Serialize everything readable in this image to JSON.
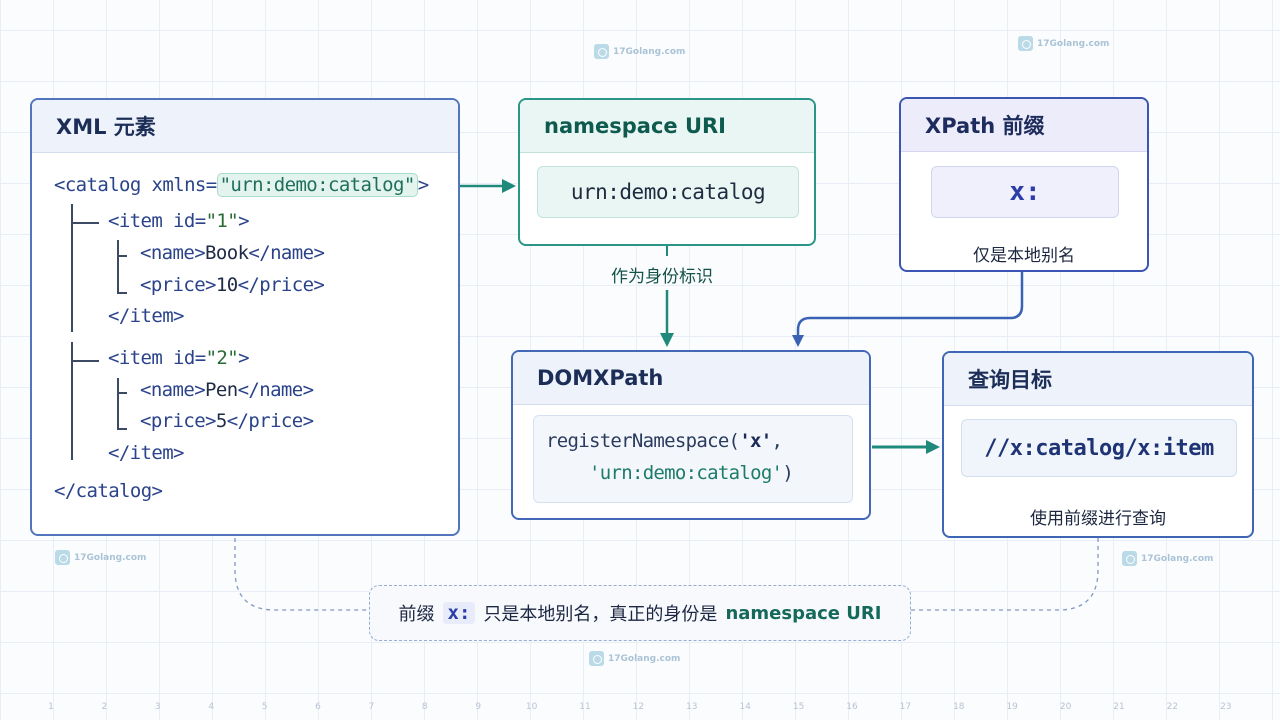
{
  "watermark": {
    "text": "17Golang.com",
    "sub": ""
  },
  "ruler": {
    "bottom": [
      "1",
      "2",
      "3",
      "4",
      "5",
      "6",
      "7",
      "8",
      "9",
      "10",
      "11",
      "12",
      "13",
      "14",
      "15",
      "16",
      "17",
      "18",
      "19",
      "20",
      "21",
      "22",
      "23"
    ]
  },
  "xml_box": {
    "title": "XML 元素",
    "lines": {
      "catalog_open_tag": "<catalog xmlns=",
      "catalog_uri": "\"urn:demo:catalog\"",
      "catalog_close_bracket": ">",
      "item1_open": "<item id=",
      "item1_id": "\"1\"",
      "item1_close_bracket": ">",
      "item1_name_open": "<name>",
      "item1_name_val": "Book",
      "item1_name_close": "</name>",
      "item1_price_open": "<price>",
      "item1_price_val": "10",
      "item1_price_close": "</price>",
      "item_close": "</item>",
      "item2_open": "<item id=",
      "item2_id": "\"2\"",
      "item2_close_bracket": ">",
      "item2_name_open": "<name>",
      "item2_name_val": "Pen",
      "item2_name_close": "</name>",
      "item2_price_open": "<price>",
      "item2_price_val": "5",
      "item2_price_close": "</price>",
      "item2_close": "</item>",
      "catalog_close": "</catalog>"
    }
  },
  "namespace_box": {
    "title": "namespace URI",
    "uri": "urn:demo:catalog",
    "edge_label": "作为身份标识"
  },
  "prefix_box": {
    "title": "XPath 前缀",
    "prefix": "x:",
    "note": "仅是本地别名"
  },
  "domxpath_box": {
    "title": "DOMXPath",
    "line1_fn": "registerNamespace(",
    "line1_arg": "'x'",
    "line1_comma": ",",
    "line2_arg": "'urn:demo:catalog'",
    "line2_close": ")"
  },
  "query_box": {
    "title": "查询目标",
    "query": "//x:catalog/x:item",
    "note": "使用前缀进行查询"
  },
  "bottom_note": {
    "prefix_label": "前缀",
    "prefix_chip": "x:",
    "middle": "只是本地别名，真正的身份是",
    "ns_word": "namespace URI"
  },
  "colors": {
    "teal": "#2b9688",
    "navy": "#3a5ea8",
    "arrow_teal": "#1f8a7c",
    "arrow_navy": "#3a62b3"
  }
}
